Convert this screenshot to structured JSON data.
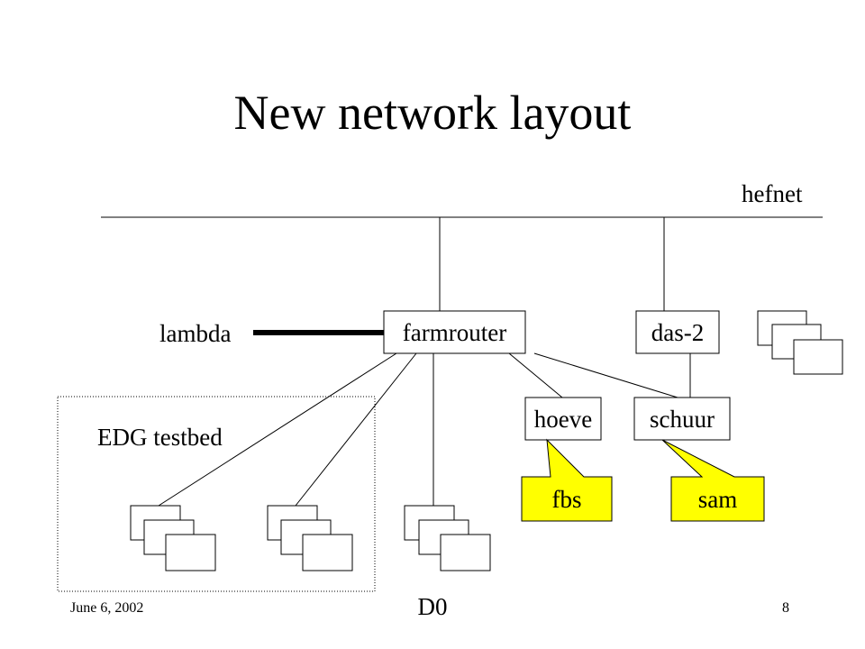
{
  "slide": {
    "title": "New network layout",
    "footer": {
      "date": "June 6, 2002",
      "center": "D0",
      "page": "8"
    }
  },
  "network": {
    "backbone": "hefnet",
    "link": "lambda",
    "region": "EDG testbed",
    "nodes": {
      "farmrouter": "farmrouter",
      "das2": "das-2",
      "hoeve": "hoeve",
      "schuur": "schuur"
    },
    "callouts": {
      "fbs": "fbs",
      "sam": "sam"
    }
  },
  "colors": {
    "callout_fill": "#ffff00",
    "line": "#000000",
    "background": "#ffffff"
  }
}
